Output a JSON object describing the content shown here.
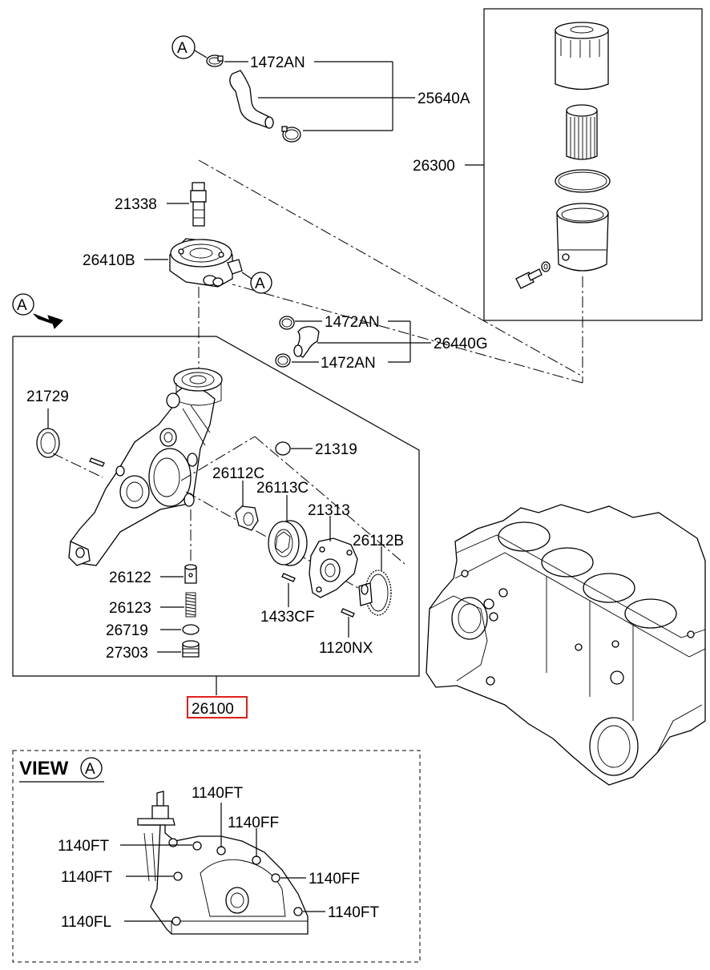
{
  "callouts": {
    "c1472AN_1": "1472AN",
    "c25640A": "25640A",
    "c26300": "26300",
    "c21338": "21338",
    "c26410B": "26410B",
    "c1472AN_2": "1472AN",
    "c26440G": "26440G",
    "c1472AN_3": "1472AN",
    "c21729": "21729",
    "c21319": "21319",
    "c26112C": "26112C",
    "c26113C": "26113C",
    "c21313": "21313",
    "c26112B": "26112B",
    "c26122": "26122",
    "c26123": "26123",
    "c26719": "26719",
    "c27303": "27303",
    "c1433CF": "1433CF",
    "c1120NX": "1120NX",
    "c26100": "26100"
  },
  "view_a": {
    "title": "VIEW",
    "marker": "A",
    "c1140FT_1": "1140FT",
    "c1140FF_1": "1140FF",
    "c1140FT_2": "1140FT",
    "c1140FT_3": "1140FT",
    "c1140FF_2": "1140FF",
    "c1140FT_4": "1140FT",
    "c1140FL": "1140FL"
  },
  "markers": {
    "a1": "A",
    "a2": "A",
    "a3": "A"
  },
  "colors": {
    "highlight_border": "#e0201c",
    "line": "#000000",
    "background": "#ffffff"
  }
}
